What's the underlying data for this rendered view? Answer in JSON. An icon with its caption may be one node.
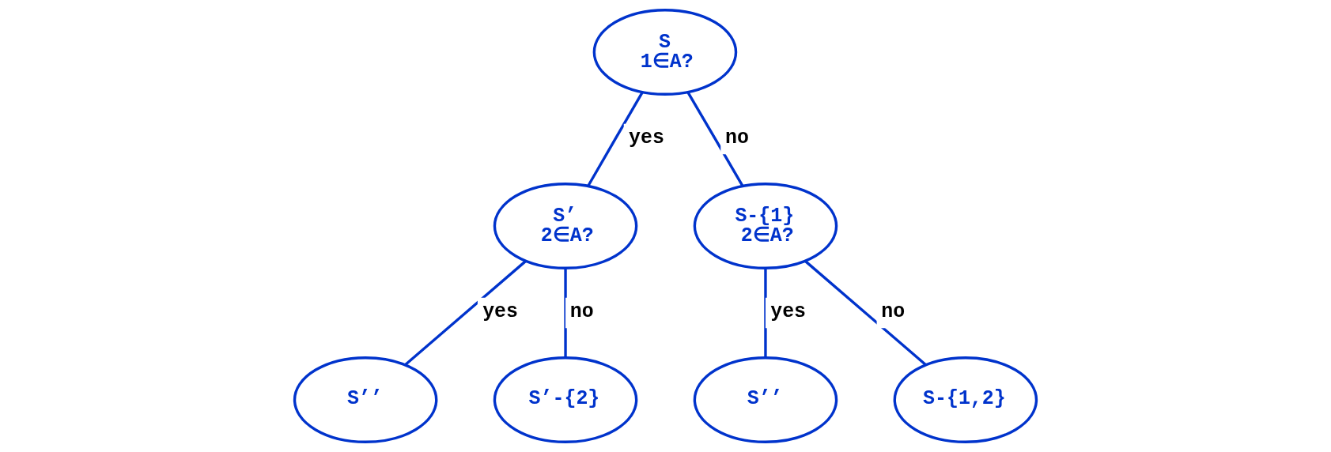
{
  "diagram": {
    "nodes": [
      {
        "text": [
          "S",
          "1∈A?"
        ]
      },
      {
        "text": [
          "S’",
          "2∈A?"
        ]
      },
      {
        "text": [
          "S-{1}",
          "2∈A?"
        ]
      },
      {
        "text": [
          "S’’"
        ]
      },
      {
        "text": [
          "S’-{2}"
        ]
      },
      {
        "text": [
          "S’’"
        ]
      },
      {
        "text": [
          "S-{1,2}"
        ]
      }
    ],
    "edges": [
      {
        "from": 0,
        "to": 1,
        "arrow": "none",
        "label": "yes"
      },
      {
        "from": 0,
        "to": 2,
        "arrow": "none",
        "label": "no"
      },
      {
        "from": 1,
        "to": 3,
        "arrow": "none",
        "label": "yes"
      },
      {
        "from": 1,
        "to": 4,
        "arrow": "none",
        "label": "no"
      },
      {
        "from": 2,
        "to": 5,
        "arrow": "none",
        "label": "yes"
      },
      {
        "from": 2,
        "to": 6,
        "arrow": "none",
        "label": "no"
      }
    ]
  }
}
